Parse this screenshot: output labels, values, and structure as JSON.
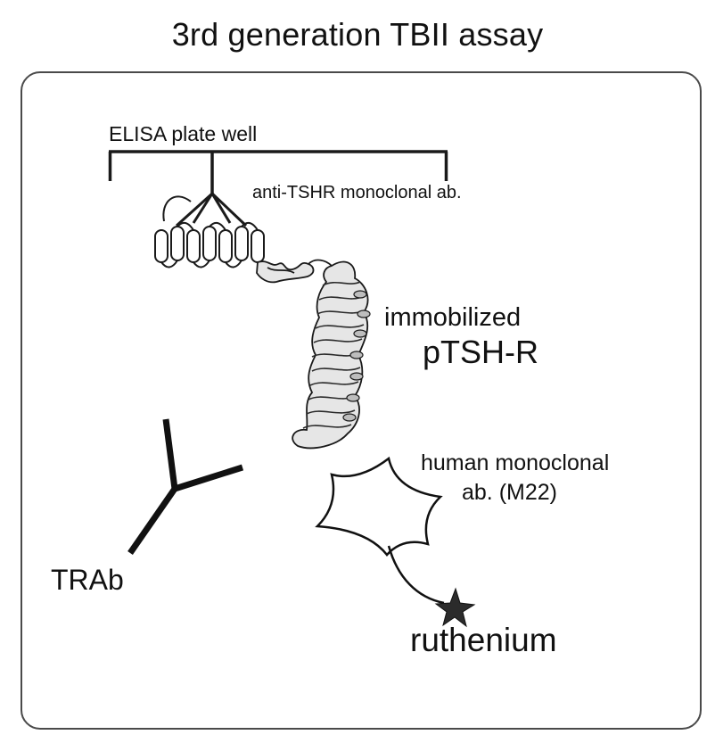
{
  "title": "3rd generation TBII assay",
  "labels": {
    "elisa": "ELISA plate well",
    "anti_tshr": "anti-TSHR monoclonal ab.",
    "immobilized": "immobilized",
    "ptshr": "pTSH-R",
    "human_line1": "human monoclonal",
    "human_line2": "ab. (M22)",
    "trab": "TRAb",
    "ruthenium": "ruthenium"
  },
  "colors": {
    "outline": "#1a1a1a",
    "receptor_fill": "#e6e6e6",
    "frame": "#4a4a4a"
  }
}
